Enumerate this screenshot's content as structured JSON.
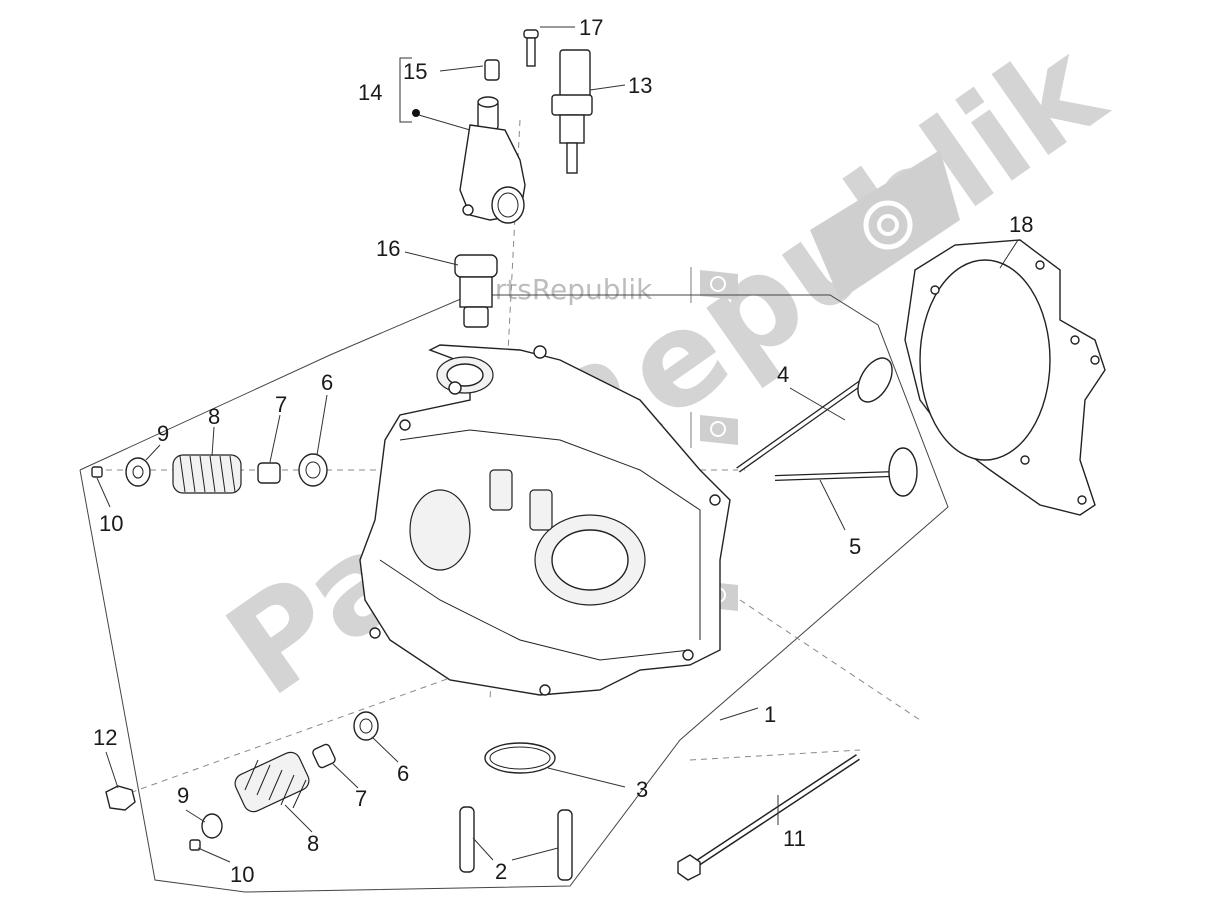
{
  "watermark": {
    "brand_big": "PartsRepublik",
    "brand_small": "PartsRepublik"
  },
  "callouts": {
    "c1": "1",
    "c2": "2",
    "c3": "3",
    "c4": "4",
    "c5": "5",
    "c6a": "6",
    "c6b": "6",
    "c7a": "7",
    "c7b": "7",
    "c8a": "8",
    "c8b": "8",
    "c9a": "9",
    "c9b": "9",
    "c10a": "10",
    "c10b": "10",
    "c11": "11",
    "c12": "12",
    "c13": "13",
    "c14": "14",
    "c15": "15",
    "c16": "16",
    "c17": "17",
    "c18": "18"
  },
  "icons": [
    "gear-icon",
    "gear-icon",
    "gear-icon",
    "gear-icon"
  ]
}
